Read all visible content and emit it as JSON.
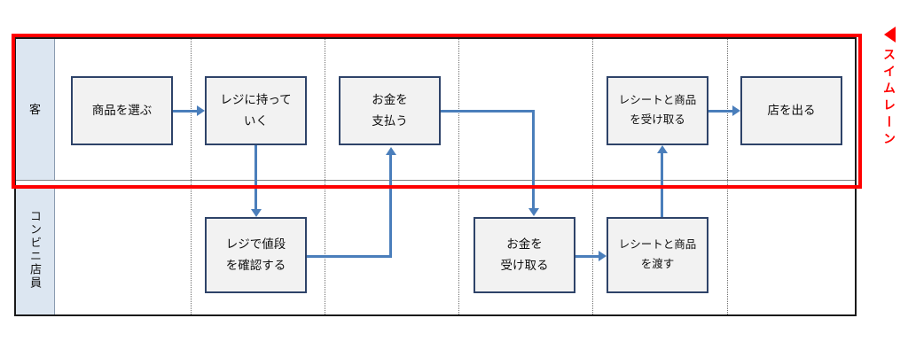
{
  "diagram": {
    "type": "swimlane-flowchart",
    "lanes": [
      {
        "id": "customer",
        "label": "客",
        "steps": [
          "商品を選ぶ",
          "レジに持っていく",
          "お金を支払う",
          "レシートと商品を受け取る",
          "店を出る"
        ]
      },
      {
        "id": "clerk",
        "label": "コンビニ店員",
        "steps": [
          "レジで値段を確認する",
          "お金を受け取る",
          "レシートと商品を渡す"
        ]
      }
    ],
    "boxes": {
      "select_product": {
        "line1": "商品を選ぶ",
        "line2": ""
      },
      "take_to_register": {
        "line1": "レジに持って",
        "line2": "いく"
      },
      "pay_money": {
        "line1": "お金を",
        "line2": "支払う"
      },
      "receive_receipt_goods": {
        "line1": "レシートと商品",
        "line2": "を受け取る"
      },
      "leave_store": {
        "line1": "店を出る",
        "line2": ""
      },
      "check_price": {
        "line1": "レジで値段",
        "line2": "を確認する"
      },
      "receive_money": {
        "line1": "お金を",
        "line2": "受け取る"
      },
      "hand_receipt_goods": {
        "line1": "レシートと商品",
        "line2": "を渡す"
      }
    }
  },
  "annotation": {
    "callout_label": "スイムレーン",
    "callout_icon": "left-triangle-marker",
    "highlight_color": "#FF0000"
  },
  "colors": {
    "lane_header_fill": "#DCE6F1",
    "box_fill": "#F2F2F2",
    "box_border": "#2E4369",
    "connector": "#4A7EBB",
    "frame_border": "#1A1A1A",
    "highlight": "#FF0000"
  }
}
